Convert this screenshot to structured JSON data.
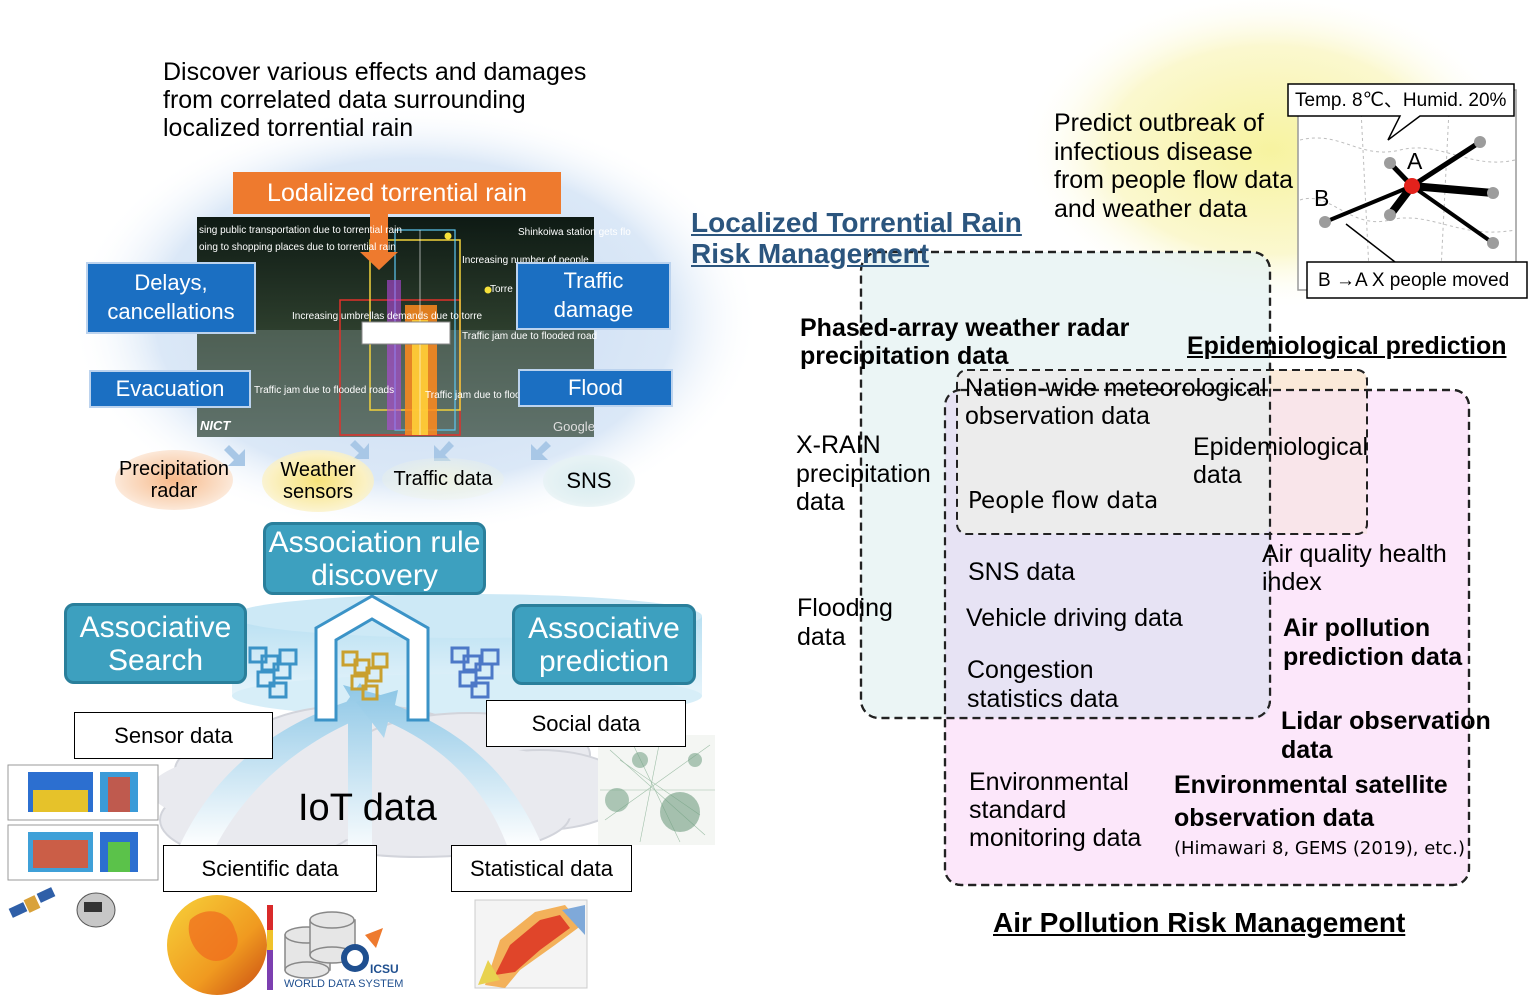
{
  "left": {
    "intro": [
      "Discover various effects and damages",
      "from correlated data surrounding",
      "localized torrential rain"
    ],
    "banner": "Lodalized torrential rain",
    "map_overlays": [
      "sing public transportation due to torrential rain",
      "Shinkoiwa station gets flo",
      "oing to shopping places due to torrential rain",
      "Increasing number of people",
      "Torre",
      "Increasing umbrellas demands due to torre",
      "Traffic jam due to flooded road",
      "Traffic jam due to flooded roads",
      "Traffic jam due to flooded road",
      "NICT",
      "Google"
    ],
    "effects": {
      "delays": [
        "Delays,",
        "cancellations"
      ],
      "traffic": [
        "Traffic",
        "damage"
      ],
      "evacuation": "Evacuation",
      "flood": "Flood"
    },
    "sources": {
      "precip": [
        "Precipitation",
        "radar"
      ],
      "weather": [
        "Weather",
        "sensors"
      ],
      "traffic": "Traffic data",
      "sns": "SNS"
    },
    "engines": {
      "rule": [
        "Association rule",
        "discovery"
      ],
      "search": [
        "Associative",
        "Search"
      ],
      "predict": [
        "Associative",
        "prediction"
      ]
    },
    "iot": "IoT data",
    "data_labels": {
      "sensor": "Sensor data",
      "social": "Social data",
      "scientific": "Scientific data",
      "statistical": "Statistical data"
    },
    "wds": {
      "short": "ICSU",
      "long": "WORLD DATA SYSTEM"
    }
  },
  "right": {
    "epi_note": [
      "Predict outbreak of",
      "infectious disease",
      "from people flow data",
      "and weather data"
    ],
    "map_callout": "Temp. 8℃、Humid. 20%",
    "map_node_a": "A",
    "map_node_b": "B",
    "map_caption": "B →A  X people moved",
    "title_rain": [
      "Localized Torrential Rain",
      "Risk Management"
    ],
    "title_epi": "Epidemiological prediction",
    "title_air": "Air Pollution Risk Management",
    "items": {
      "phased": [
        "Phased-array weather radar",
        "precipitation data"
      ],
      "xrain": [
        "X-RAIN",
        "precipitation",
        "data"
      ],
      "flooding": [
        "Flooding",
        "data"
      ],
      "nationwide": [
        "Nation-wide meteorological",
        "observation data"
      ],
      "epidata": [
        "Epidemiological",
        "data"
      ],
      "people": "People flow data",
      "sns": "SNS data",
      "aqhi": [
        "Air quality health",
        "index"
      ],
      "vehicle": "Vehicle driving data",
      "airpred": [
        "Air pollution",
        "prediction data"
      ],
      "congestion": [
        "Congestion",
        "statistics data"
      ],
      "lidar": [
        "Lidar observation",
        "data"
      ],
      "envstd": [
        "Environmental",
        "standard",
        "monitoring data"
      ],
      "sat": [
        "Environmental satellite",
        "observation data"
      ],
      "sat_note": "(Himawari 8, GEMS (2019), etc.)"
    }
  }
}
